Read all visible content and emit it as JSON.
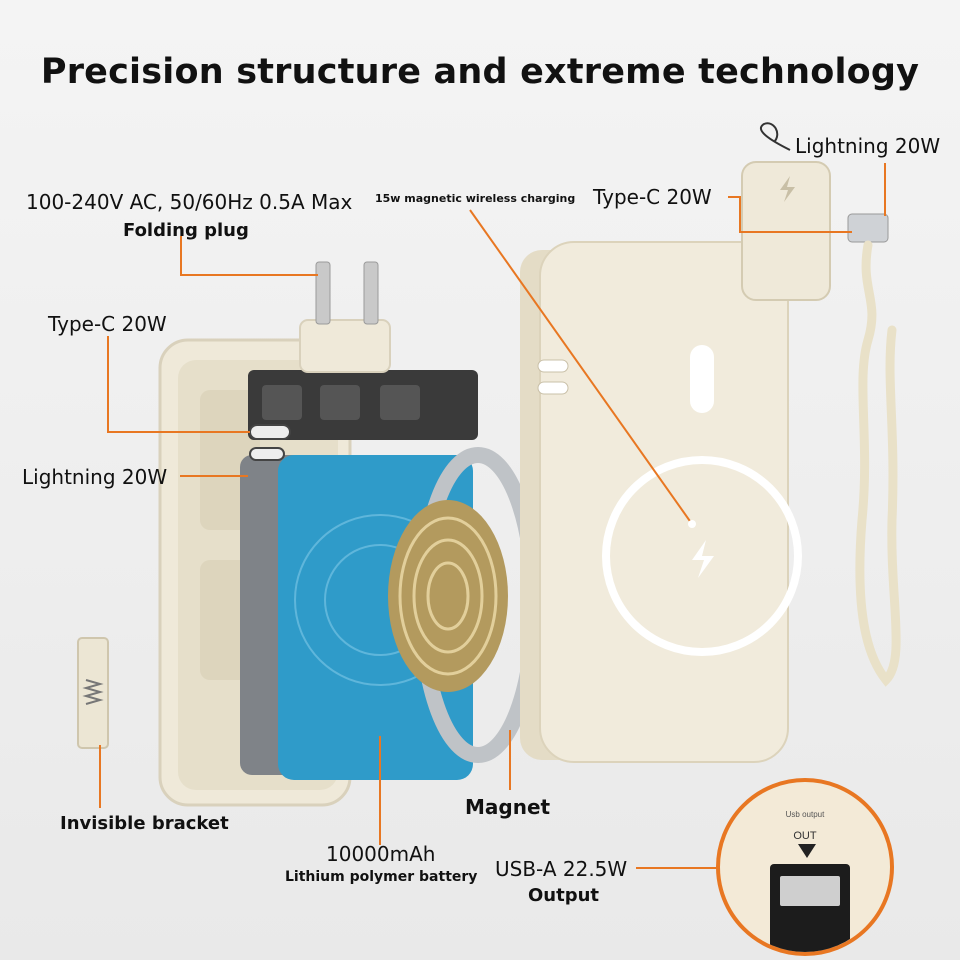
{
  "title": "Precision structure and extreme technology",
  "labels": {
    "ac_input": "100-240V AC, 50/60Hz 0.5A Max",
    "folding_plug": "Folding plug",
    "wireless": "15w magnetic wireless charging",
    "typec_top": "Type-C 20W",
    "lightning_top": "Lightning 20W",
    "typec_left": "Type-C 20W",
    "lightning_left": "Lightning 20W",
    "invisible_bracket": "Invisible bracket",
    "capacity": "10000mAh",
    "battery": "Lithium polymer battery",
    "magnet": "Magnet",
    "usba": "USB-A 22.5W",
    "output": "Output"
  },
  "zoom": {
    "usb_output": "Usb output",
    "out": "OUT"
  },
  "colors": {
    "accent": "#e87722",
    "shell": "#efe9d9",
    "battery": "#2f9bc9",
    "plug": "#3a3a3a",
    "coil": "#b39a5e"
  }
}
